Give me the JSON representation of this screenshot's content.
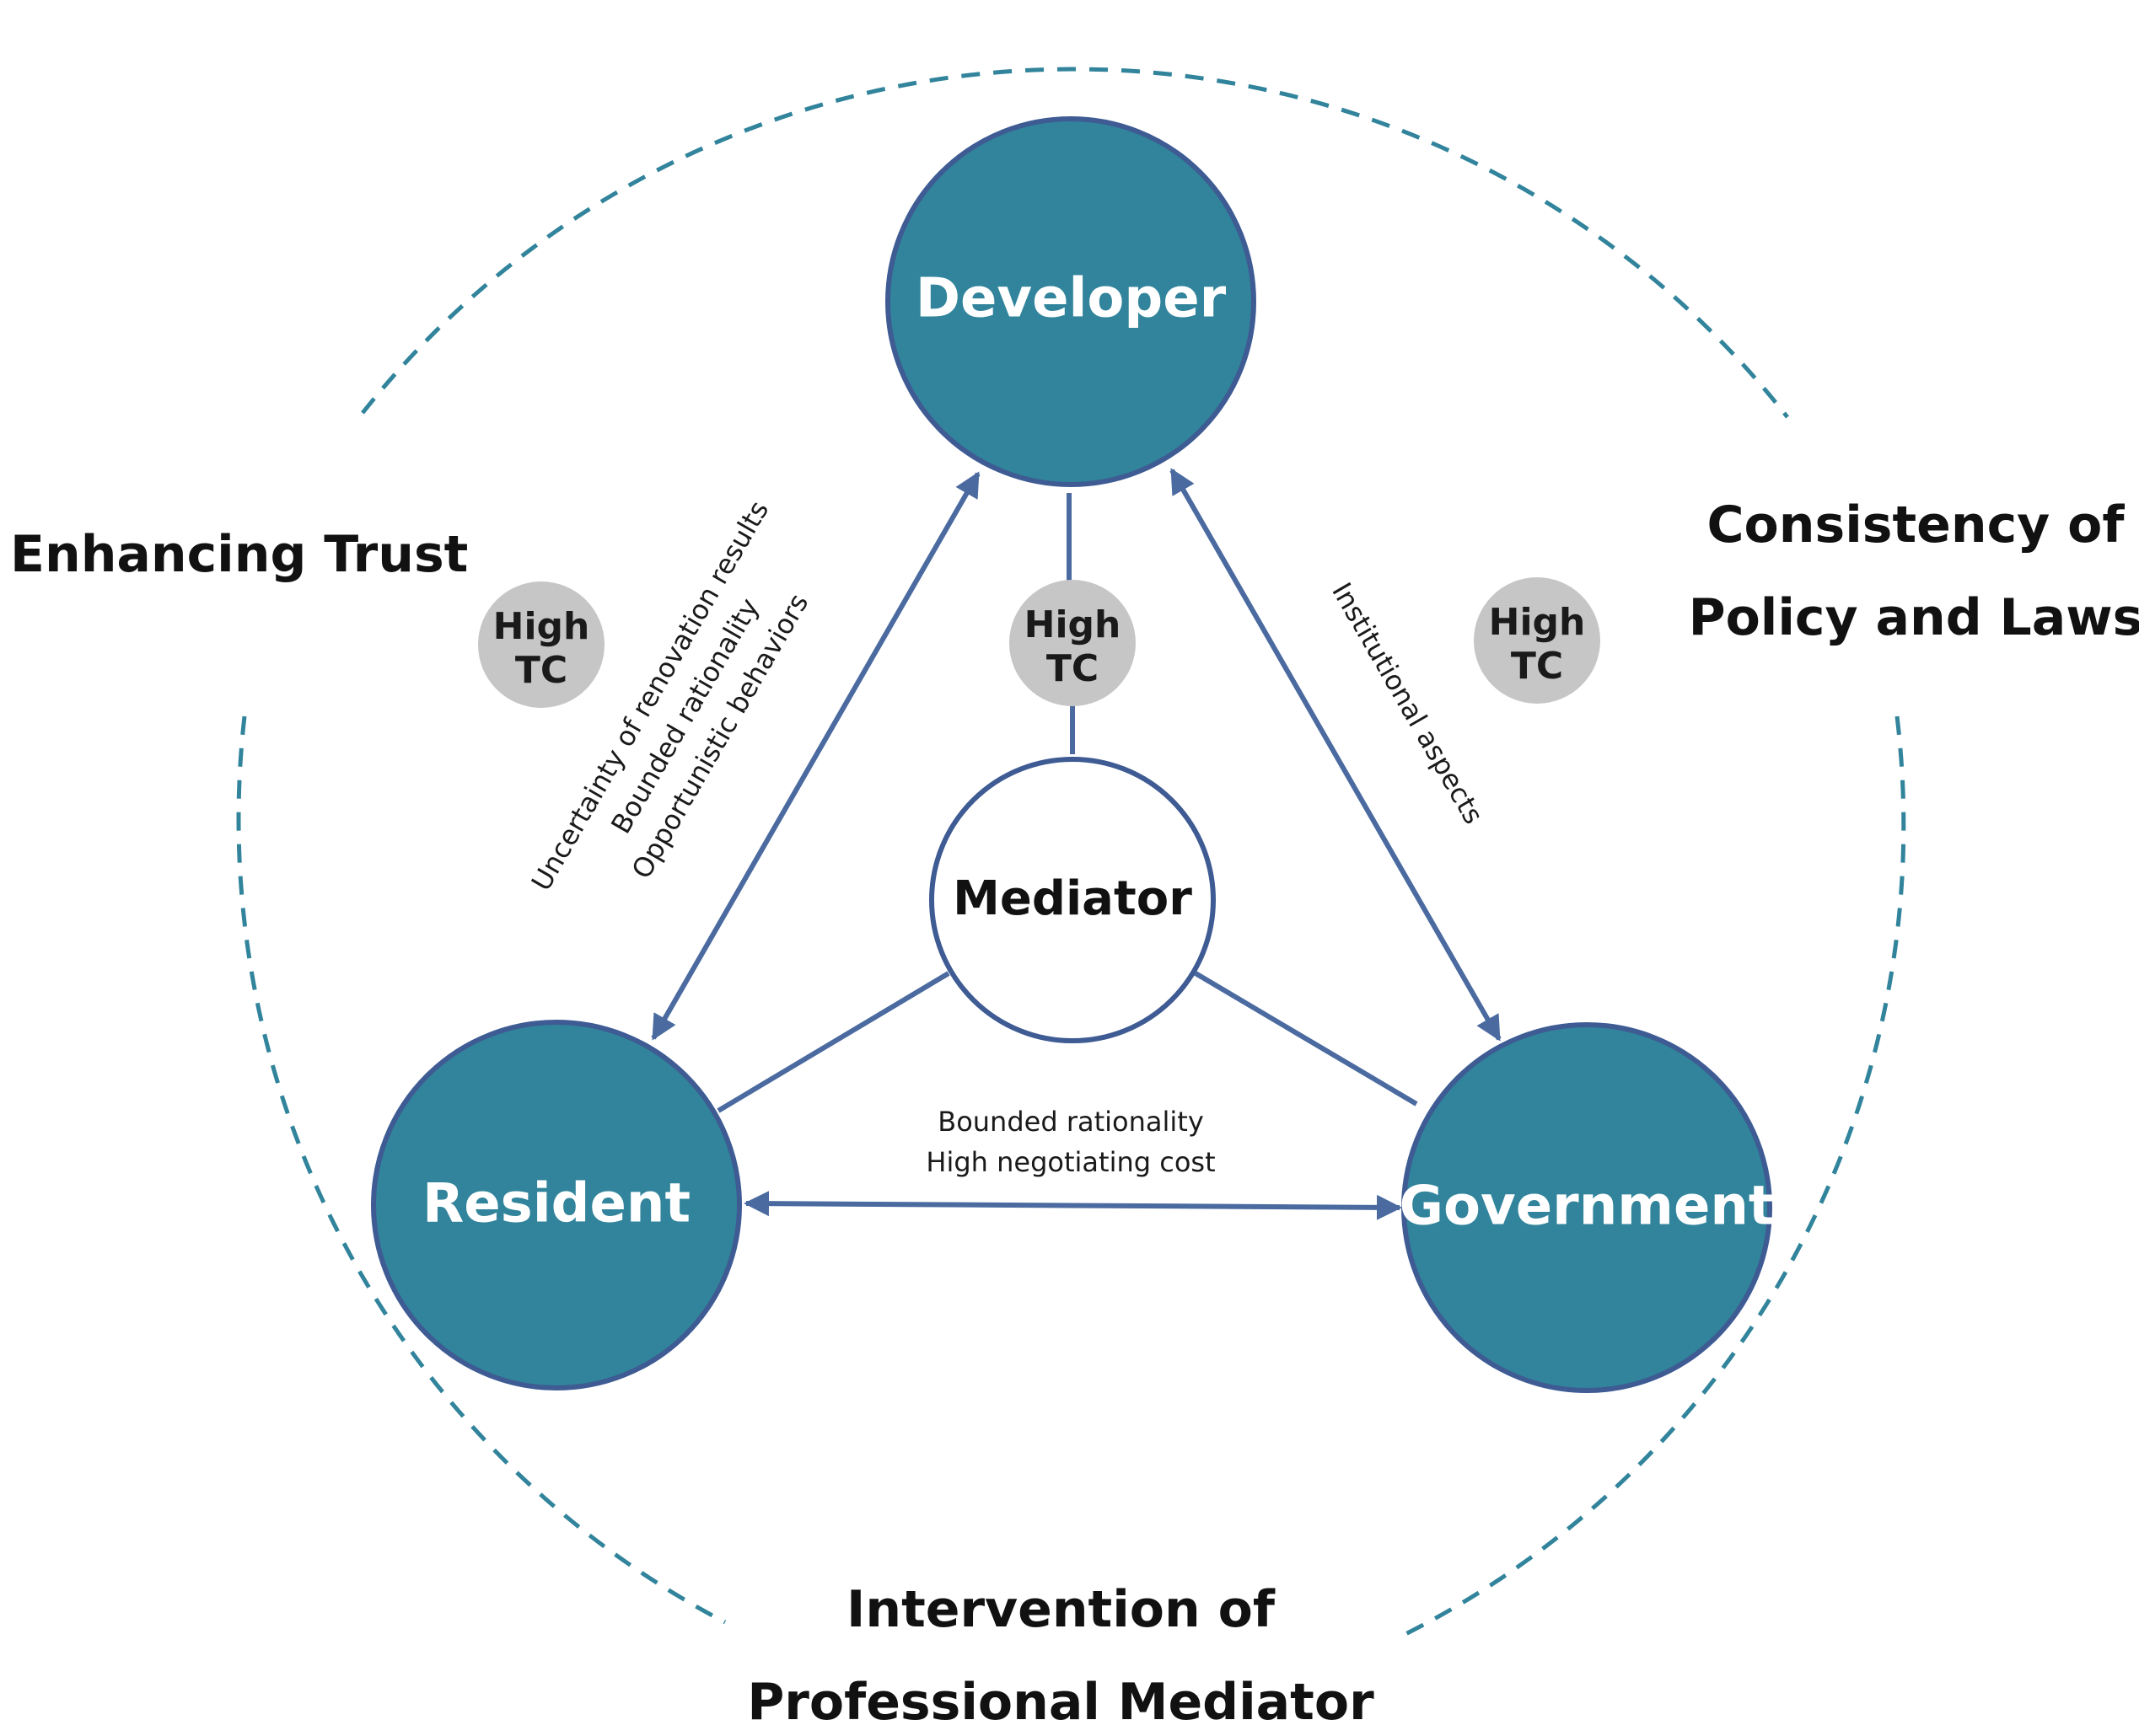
{
  "nodes": {
    "developer": "Developer",
    "resident": "Resident",
    "government": "Government",
    "mediator": "Mediator"
  },
  "high_tc": {
    "line1": "High",
    "line2": "TC"
  },
  "edge_labels": {
    "resident_developer": [
      "Uncertainty of renovation results",
      "Bounded rationality",
      "Opportunistic behaviors"
    ],
    "developer_government": "Institutional aspects",
    "resident_government": [
      "Bounded rationality",
      "High negotiating cost"
    ]
  },
  "outer_labels": {
    "left": "Enhancing Trust",
    "right": [
      "Consistency of",
      "Policy and Laws"
    ],
    "bottom": [
      "Intervention of",
      "Professional Mediator"
    ]
  },
  "colors": {
    "node_fill": "#31849b",
    "node_stroke": "#3e5b93",
    "edge": "#4a6aa0",
    "dashed_ring": "#31849b",
    "tc_badge": "#c6c6c6"
  }
}
